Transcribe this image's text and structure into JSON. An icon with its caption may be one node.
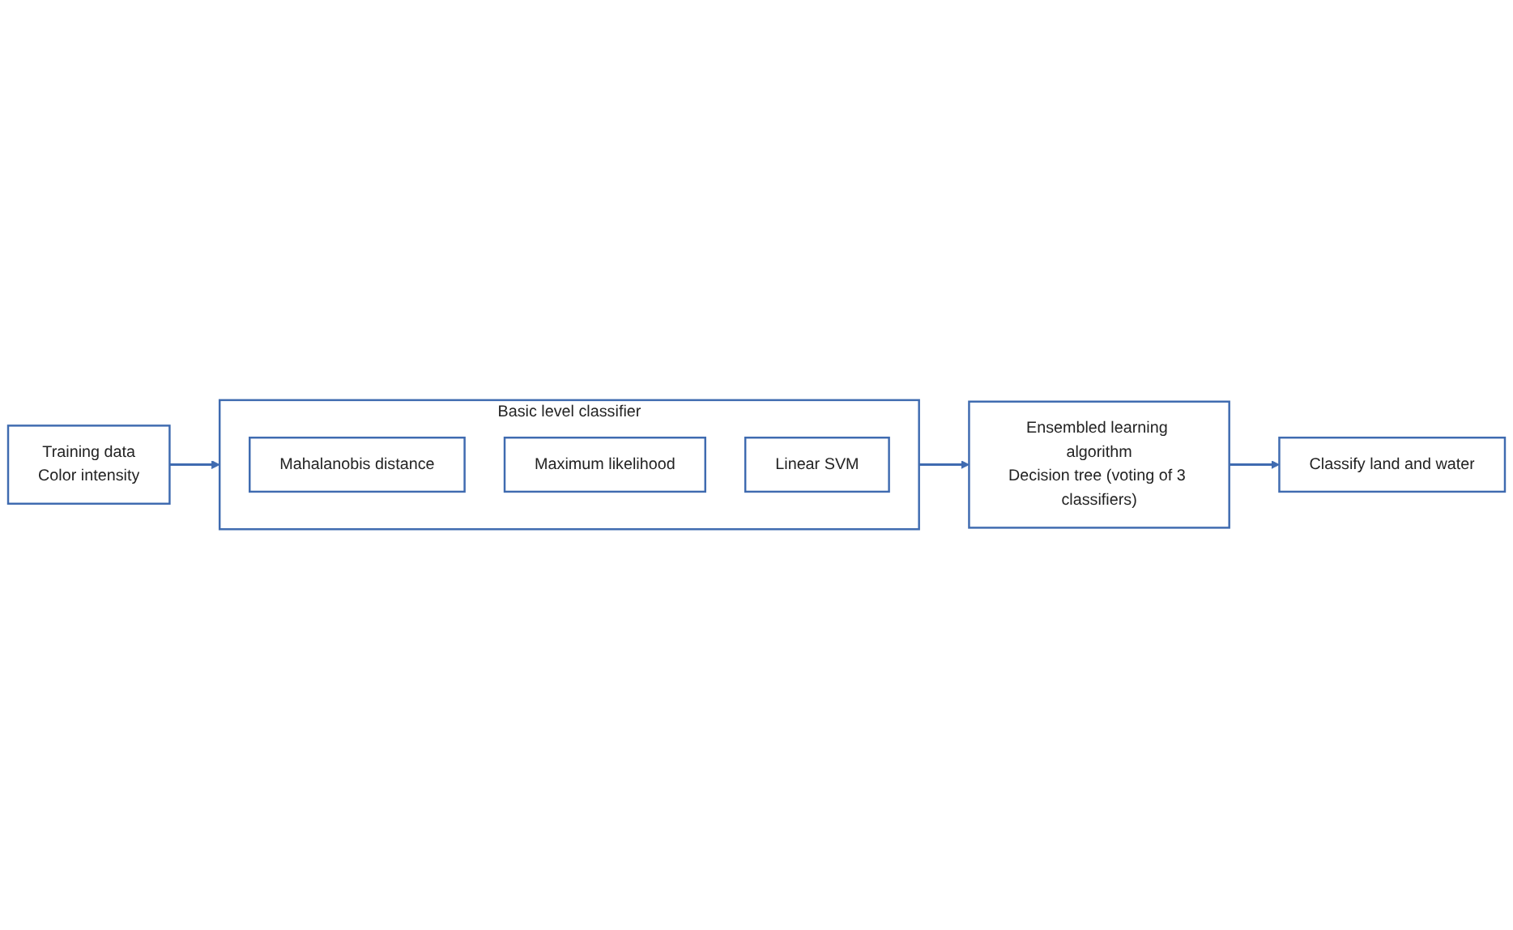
{
  "diagram": {
    "nodes": [
      {
        "text": [
          "Basic level classifier"
        ]
      },
      {
        "text": [
          "Mahalanobis distance"
        ],
        "in": 0
      },
      {
        "text": [
          "Maximum likelihood"
        ],
        "in": 0
      },
      {
        "text": [
          "Linear SVM"
        ],
        "in": 0
      },
      {
        "text": [
          "Training data",
          "Color intensity"
        ]
      },
      {
        "text": [
          "Ensembled learning algorithm",
          "Decision tree (voting of 3 classifiers)"
        ]
      },
      {
        "text": [
          "Classify land and water"
        ]
      }
    ],
    "edges": [
      {
        "from": 4,
        "to": 0,
        "arrow": "to"
      },
      {
        "from": 0,
        "to": 5,
        "arrow": "to"
      },
      {
        "from": 5,
        "to": 6,
        "arrow": "to"
      }
    ]
  }
}
